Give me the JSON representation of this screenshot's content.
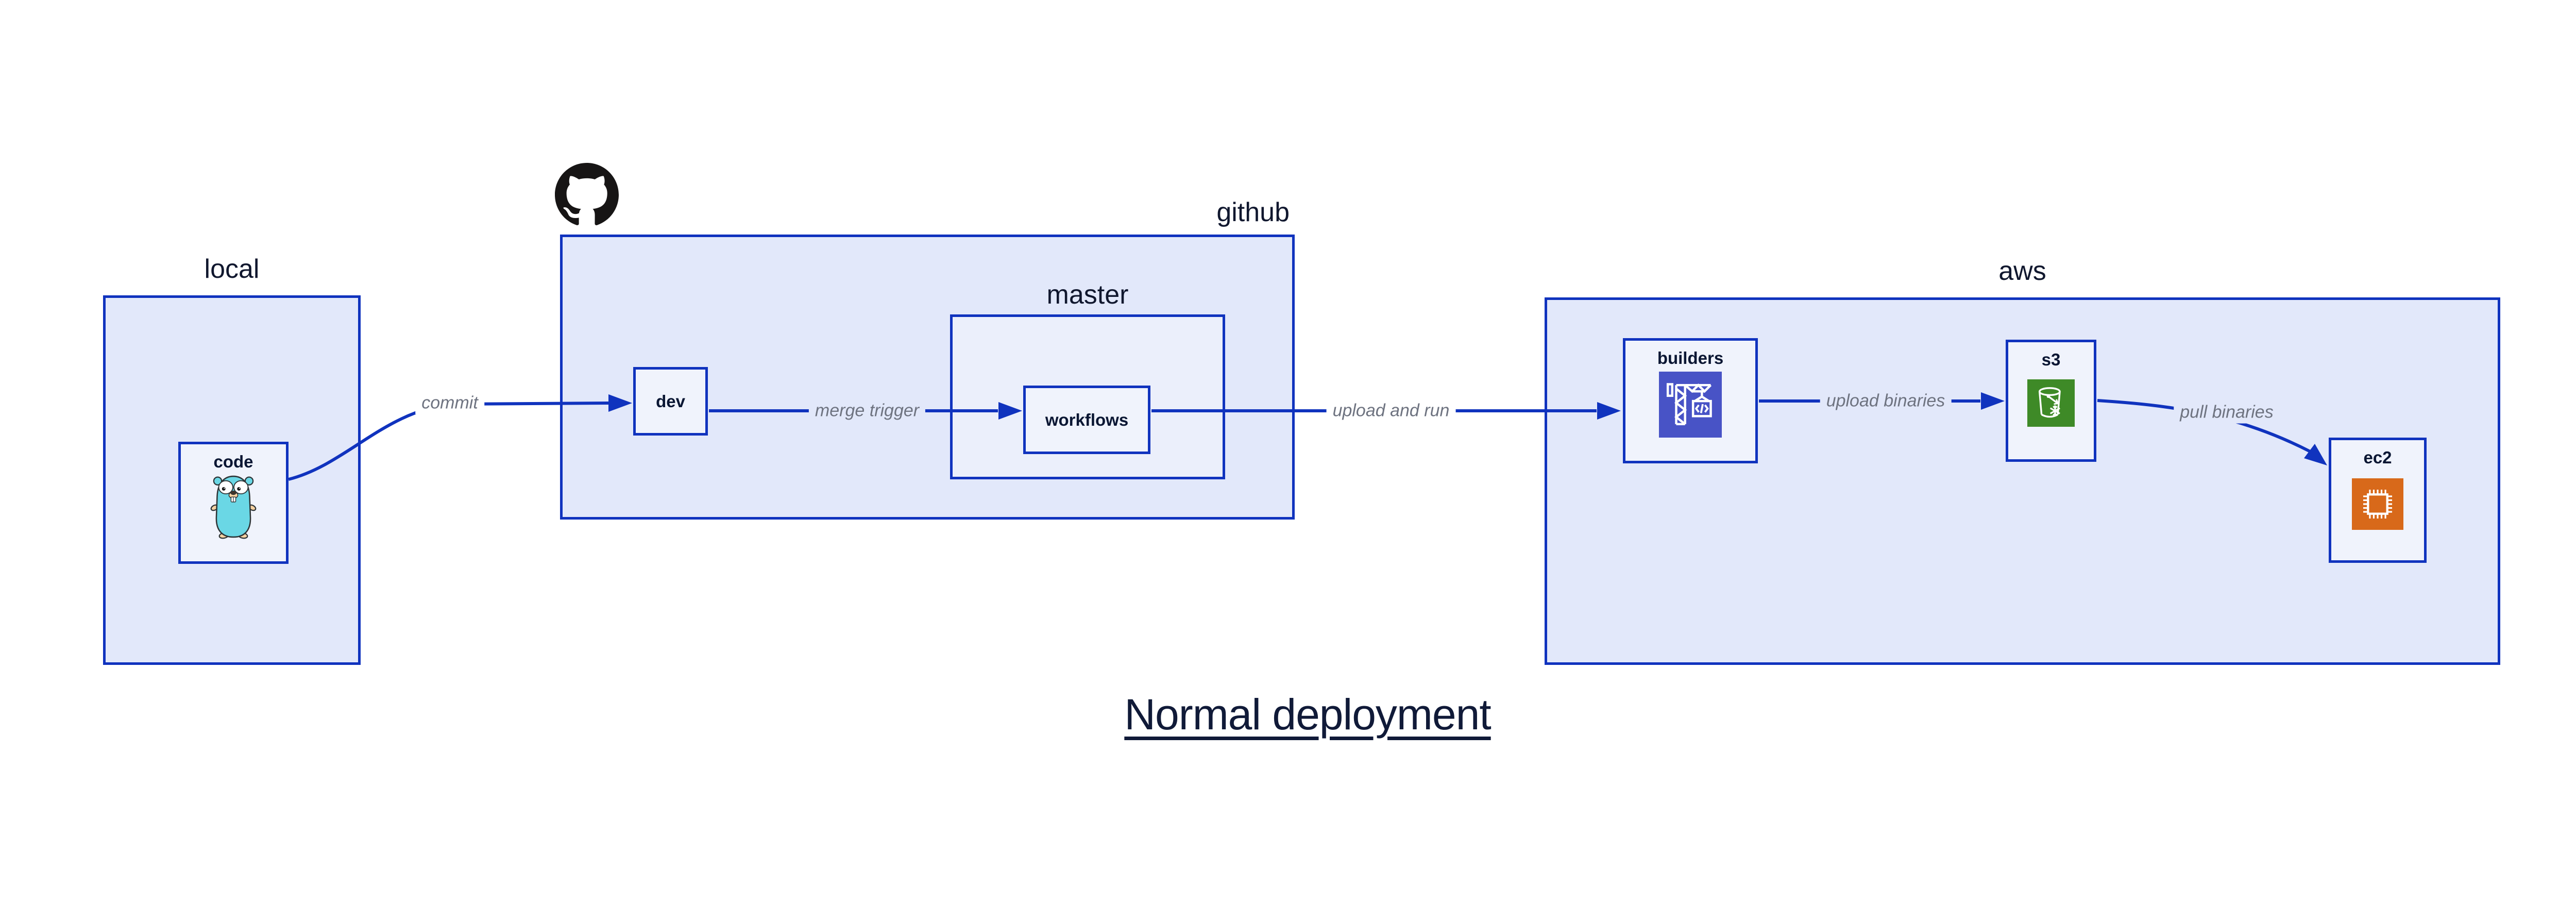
{
  "diagram": {
    "title": "Normal deployment",
    "containers": {
      "local": {
        "label": "local"
      },
      "github": {
        "label": "github"
      },
      "master": {
        "label": "master"
      },
      "aws": {
        "label": "aws"
      }
    },
    "nodes": {
      "code": {
        "label": "code",
        "icon": "go-gopher-icon"
      },
      "dev": {
        "label": "dev"
      },
      "workflows": {
        "label": "workflows"
      },
      "builders": {
        "label": "builders",
        "icon": "codebuild-crane-icon"
      },
      "s3": {
        "label": "s3",
        "icon": "s3-bucket-icon"
      },
      "ec2": {
        "label": "ec2",
        "icon": "ec2-chip-icon"
      }
    },
    "edges": {
      "commit": {
        "label": "commit",
        "from": "code",
        "to": "dev"
      },
      "merge_trigger": {
        "label": "merge trigger",
        "from": "dev",
        "to": "workflows"
      },
      "upload_and_run": {
        "label": "upload and run",
        "from": "workflows",
        "to": "builders"
      },
      "upload_binaries": {
        "label": "upload binaries",
        "from": "builders",
        "to": "s3"
      },
      "pull_binaries": {
        "label": "pull binaries",
        "from": "s3",
        "to": "ec2"
      }
    },
    "icons": {
      "github_logo": "octocat-icon"
    },
    "colors": {
      "edge_blue": "#1033BE",
      "container_fill": "#E2E8FA",
      "nested_container_fill": "#EBEFFB",
      "node_fill": "#F0F3FC",
      "text_dark": "#0A1633",
      "edge_label_gray": "#6E7380",
      "builders_icon_bg": "#4853C6",
      "s3_icon_bg": "#3E8A27",
      "ec2_icon_bg": "#D8691A",
      "gopher_teal": "#6AD7E5",
      "github_black": "#171515"
    }
  }
}
